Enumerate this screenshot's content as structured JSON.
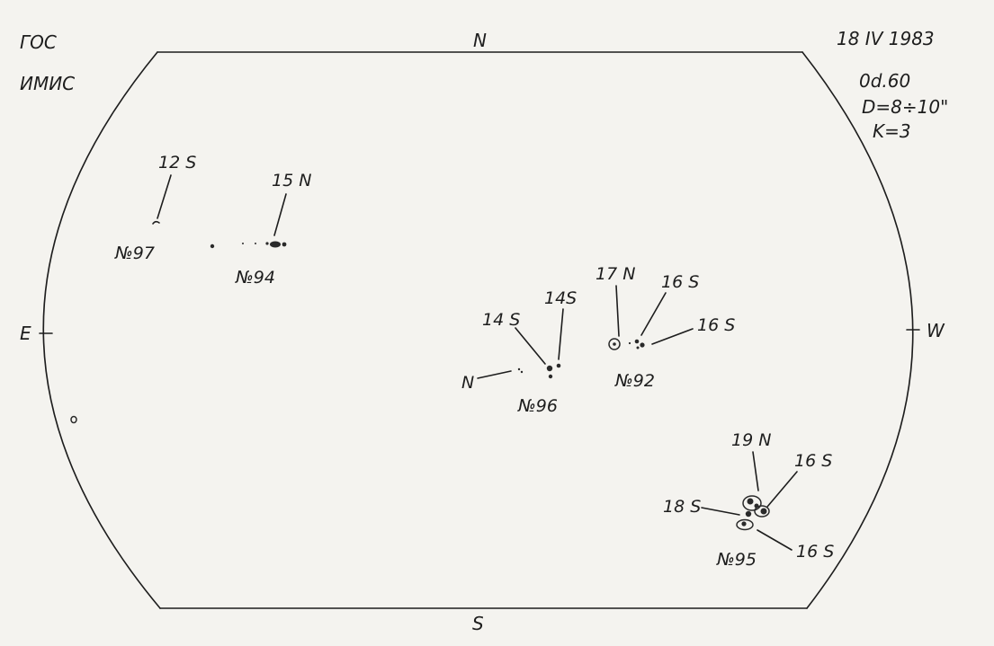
{
  "header": {
    "org_line1": "ГОС",
    "org_line2": "ИМИС",
    "date": "18 IV 1983",
    "phase": "0d.60",
    "diameter": "D=8÷10\"",
    "k_value": "K=3"
  },
  "directions": {
    "north": "N",
    "south": "S",
    "east": "E",
    "west": "W"
  },
  "groups": {
    "g97": {
      "number": "№97",
      "pol_a": "12 S"
    },
    "g94": {
      "number": "№94",
      "pol_a": "15 N"
    },
    "g96": {
      "number": "№96",
      "pol_a": "14 S",
      "pol_b": "14S",
      "pol_c": "N"
    },
    "g92": {
      "number": "№92",
      "pol_a": "17 N",
      "pol_b": "16 S",
      "pol_c": "16 S"
    },
    "g95": {
      "number": "№95",
      "pol_a": "19 N",
      "pol_b": "16 S",
      "pol_c": "18 S",
      "pol_d": "16 S"
    }
  }
}
